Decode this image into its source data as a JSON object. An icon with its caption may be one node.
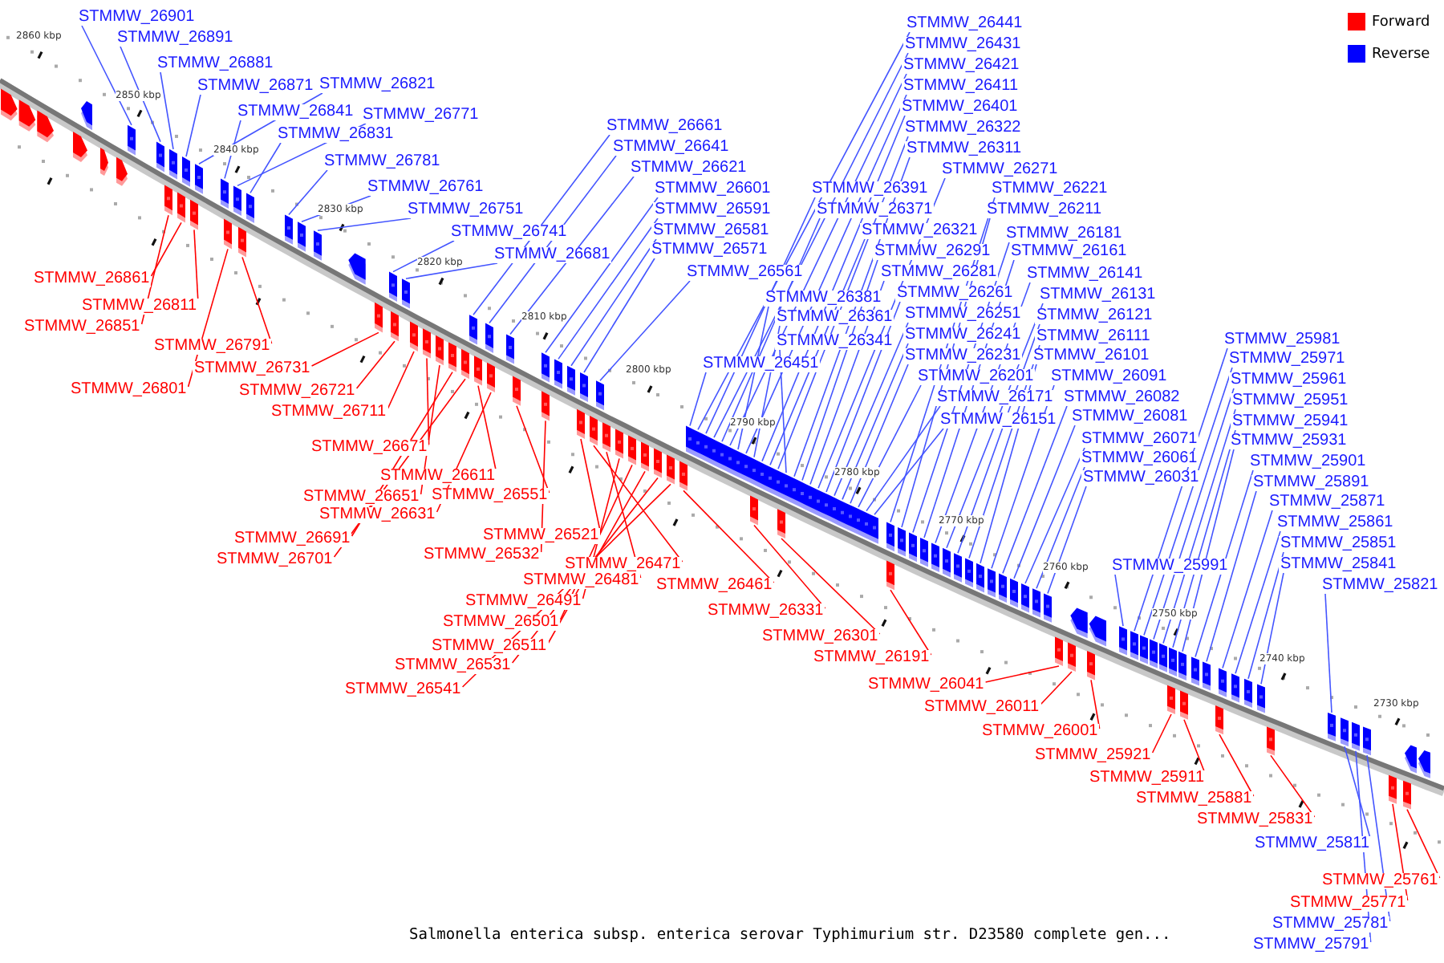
{
  "diagram": {
    "caption": "Salmonella enterica subsp. enterica serovar Typhimurium str. D23580 complete gen...",
    "nodes": [
      {
        "text": [
          "STMMW_26901"
        ]
      },
      {
        "text": [
          "STMMW_26891"
        ]
      },
      {
        "text": [
          "STMMW_26881"
        ]
      },
      {
        "text": [
          "STMMW_26871"
        ]
      },
      {
        "text": [
          "STMMW_26821"
        ]
      },
      {
        "text": [
          "STMMW_26841"
        ]
      },
      {
        "text": [
          "STMMW_26771"
        ]
      },
      {
        "text": [
          "STMMW_26831"
        ]
      },
      {
        "text": [
          "STMMW_26781"
        ]
      },
      {
        "text": [
          "STMMW_26761"
        ]
      },
      {
        "text": [
          "STMMW_26751"
        ]
      },
      {
        "text": [
          "STMMW_26741"
        ]
      },
      {
        "text": [
          "STMMW_26681"
        ]
      },
      {
        "text": [
          "STMMW_26661"
        ]
      },
      {
        "text": [
          "STMMW_26641"
        ]
      },
      {
        "text": [
          "STMMW_26621"
        ]
      },
      {
        "text": [
          "STMMW_26601"
        ]
      },
      {
        "text": [
          "STMMW_26591"
        ]
      },
      {
        "text": [
          "STMMW_26581"
        ]
      },
      {
        "text": [
          "STMMW_26571"
        ]
      },
      {
        "text": [
          "STMMW_26561"
        ]
      },
      {
        "text": [
          "STMMW_26441"
        ]
      },
      {
        "text": [
          "STMMW_26431"
        ]
      },
      {
        "text": [
          "STMMW_26421"
        ]
      },
      {
        "text": [
          "STMMW_26411"
        ]
      },
      {
        "text": [
          "STMMW_26401"
        ]
      },
      {
        "text": [
          "STMMW_26322"
        ]
      },
      {
        "text": [
          "STMMW_26311"
        ]
      },
      {
        "text": [
          "STMMW_26271"
        ]
      },
      {
        "text": [
          "STMMW_26221"
        ]
      },
      {
        "text": [
          "STMMW_26391"
        ]
      },
      {
        "text": [
          "STMMW_26371"
        ]
      },
      {
        "text": [
          "STMMW_26211"
        ]
      },
      {
        "text": [
          "STMMW_26321"
        ]
      },
      {
        "text": [
          "STMMW_26181"
        ]
      },
      {
        "text": [
          "STMMW_26291"
        ]
      },
      {
        "text": [
          "STMMW_26161"
        ]
      },
      {
        "text": [
          "STMMW_26281"
        ]
      },
      {
        "text": [
          "STMMW_26141"
        ]
      },
      {
        "text": [
          "STMMW_26381"
        ]
      },
      {
        "text": [
          "STMMW_26261"
        ]
      },
      {
        "text": [
          "STMMW_26131"
        ]
      },
      {
        "text": [
          "STMMW_26361"
        ]
      },
      {
        "text": [
          "STMMW_26251"
        ]
      },
      {
        "text": [
          "STMMW_26121"
        ]
      },
      {
        "text": [
          "STMMW_26341"
        ]
      },
      {
        "text": [
          "STMMW_26241"
        ]
      },
      {
        "text": [
          "STMMW_26111"
        ]
      },
      {
        "text": [
          "STMMW_26231"
        ]
      },
      {
        "text": [
          "STMMW_26101"
        ]
      },
      {
        "text": [
          "STMMW_26451"
        ]
      },
      {
        "text": [
          "STMMW_26201"
        ]
      },
      {
        "text": [
          "STMMW_26091"
        ]
      },
      {
        "text": [
          "STMMW_26171"
        ]
      },
      {
        "text": [
          "STMMW_26082"
        ]
      },
      {
        "text": [
          "STMMW_26151"
        ]
      },
      {
        "text": [
          "STMMW_26081"
        ]
      },
      {
        "text": [
          "STMMW_26071"
        ]
      },
      {
        "text": [
          "STMMW_26061"
        ]
      },
      {
        "text": [
          "STMMW_26031"
        ]
      },
      {
        "text": [
          "STMMW_25981"
        ]
      },
      {
        "text": [
          "STMMW_25971"
        ]
      },
      {
        "text": [
          "STMMW_25961"
        ]
      },
      {
        "text": [
          "STMMW_25951"
        ]
      },
      {
        "text": [
          "STMMW_25941"
        ]
      },
      {
        "text": [
          "STMMW_25931"
        ]
      },
      {
        "text": [
          "STMMW_25901"
        ]
      },
      {
        "text": [
          "STMMW_25891"
        ]
      },
      {
        "text": [
          "STMMW_25871"
        ]
      },
      {
        "text": [
          "STMMW_25861"
        ]
      },
      {
        "text": [
          "STMMW_25851"
        ]
      },
      {
        "text": [
          "STMMW_25841"
        ]
      },
      {
        "text": [
          "STMMW_25991"
        ]
      },
      {
        "text": [
          "STMMW_25821"
        ]
      },
      {
        "text": [
          "STMMW_26861"
        ]
      },
      {
        "text": [
          "STMMW_26811"
        ]
      },
      {
        "text": [
          "STMMW_26851"
        ]
      },
      {
        "text": [
          "STMMW_26791"
        ]
      },
      {
        "text": [
          "STMMW_26731"
        ]
      },
      {
        "text": [
          "STMMW_26801"
        ]
      },
      {
        "text": [
          "STMMW_26721"
        ]
      },
      {
        "text": [
          "STMMW_26711"
        ]
      },
      {
        "text": [
          "STMMW_26671"
        ]
      },
      {
        "text": [
          "STMMW_26611"
        ]
      },
      {
        "text": [
          "STMMW_26651"
        ]
      },
      {
        "text": [
          "STMMW_26551"
        ]
      },
      {
        "text": [
          "STMMW_26631"
        ]
      },
      {
        "text": [
          "STMMW_26691"
        ]
      },
      {
        "text": [
          "STMMW_26521"
        ]
      },
      {
        "text": [
          "STMMW_26701"
        ]
      },
      {
        "text": [
          "STMMW_26532"
        ]
      },
      {
        "text": [
          "STMMW_26471"
        ]
      },
      {
        "text": [
          "STMMW_26481"
        ]
      },
      {
        "text": [
          "STMMW_26461"
        ]
      },
      {
        "text": [
          "STMMW_26491"
        ]
      },
      {
        "text": [
          "STMMW_26331"
        ]
      },
      {
        "text": [
          "STMMW_26501"
        ]
      },
      {
        "text": [
          "STMMW_26301"
        ]
      },
      {
        "text": [
          "STMMW_26511"
        ]
      },
      {
        "text": [
          "STMMW_26191"
        ]
      },
      {
        "text": [
          "STMMW_26531"
        ]
      },
      {
        "text": [
          "STMMW_26041"
        ]
      },
      {
        "text": [
          "STMMW_26541"
        ]
      },
      {
        "text": [
          "STMMW_26011"
        ]
      },
      {
        "text": [
          "STMMW_26001"
        ]
      },
      {
        "text": [
          "STMMW_25921"
        ]
      },
      {
        "text": [
          "STMMW_25911"
        ]
      },
      {
        "text": [
          "STMMW_25881"
        ]
      },
      {
        "text": [
          "STMMW_25831"
        ]
      },
      {
        "text": [
          "STMMW_25811"
        ]
      },
      {
        "text": [
          "STMMW_25761"
        ]
      },
      {
        "text": [
          "STMMW_25771"
        ]
      },
      {
        "text": [
          "STMMW_25781"
        ]
      },
      {
        "text": [
          "STMMW_25791"
        ]
      },
      {
        "text": [],
        "shape": "arrow"
      },
      {
        "text": [],
        "shape": "arrow"
      },
      {
        "text": [],
        "shape": "arrow"
      },
      {
        "text": [],
        "shape": "arrow"
      },
      {
        "text": [],
        "shape": "arrow"
      },
      {
        "text": [],
        "shape": "arrow"
      },
      {
        "text": [],
        "shape": "arrow"
      },
      {
        "text": [],
        "shape": "arrow"
      },
      {
        "text": [],
        "shape": "arrow"
      },
      {
        "text": [],
        "shape": "arrow"
      },
      {
        "text": [],
        "shape": "arrow"
      },
      {
        "text": [],
        "shape": "arrow"
      },
      {
        "text": [],
        "shape": "arrow"
      },
      {
        "text": [],
        "shape": "arrow"
      },
      {
        "text": [],
        "shape": "arrow"
      },
      {
        "text": [],
        "shape": "arrow"
      },
      {
        "text": [],
        "shape": "arrow"
      },
      {
        "text": [],
        "shape": "arrow"
      },
      {
        "text": [],
        "shape": "arrow"
      },
      {
        "text": [],
        "shape": "arrow"
      },
      {
        "text": [],
        "shape": "arrow"
      },
      {
        "text": [],
        "shape": "arrow"
      },
      {
        "text": [],
        "shape": "arrow"
      },
      {
        "text": [],
        "shape": "arrow"
      },
      {
        "text": [],
        "shape": "arrow"
      },
      {
        "text": [],
        "shape": "arrow"
      },
      {
        "text": [],
        "shape": "arrow"
      },
      {
        "text": [],
        "shape": "arrow"
      },
      {
        "text": [],
        "shape": "arrow"
      },
      {
        "text": [],
        "shape": "arrow"
      },
      {
        "text": [],
        "shape": "arrow"
      },
      {
        "text": [],
        "shape": "arrow"
      },
      {
        "text": [],
        "shape": "arrow"
      },
      {
        "text": [],
        "shape": "arrow"
      },
      {
        "text": [],
        "shape": "arrow"
      },
      {
        "text": [],
        "shape": "arrow"
      },
      {
        "text": [],
        "shape": "arrow"
      },
      {
        "text": [],
        "shape": "arrow"
      },
      {
        "text": [],
        "shape": "arrow"
      },
      {
        "text": [],
        "shape": "arrow"
      },
      {
        "text": [],
        "shape": "arrow"
      },
      {
        "text": [],
        "shape": "arrow"
      },
      {
        "text": [],
        "shape": "arrow"
      },
      {
        "text": [],
        "shape": "arrow"
      },
      {
        "text": [],
        "shape": "arrow"
      },
      {
        "text": [],
        "shape": "arrow"
      },
      {
        "text": [],
        "shape": "arrow"
      },
      {
        "text": [],
        "shape": "arrow"
      },
      {
        "text": [],
        "shape": "arrow"
      },
      {
        "text": [],
        "shape": "arrow"
      },
      {
        "text": [],
        "shape": "arrow"
      },
      {
        "text": [],
        "shape": "arrow"
      },
      {
        "text": [],
        "shape": "arrow"
      },
      {
        "text": [],
        "shape": "arrow"
      },
      {
        "text": [],
        "shape": "arrow"
      },
      {
        "text": [],
        "shape": "arrow"
      },
      {
        "text": [],
        "shape": "arrow"
      },
      {
        "text": [],
        "shape": "arrow"
      },
      {
        "text": [],
        "shape": "arrow"
      },
      {
        "text": [],
        "shape": "arrow"
      },
      {
        "text": [],
        "shape": "arrow"
      },
      {
        "text": [],
        "shape": "arrow"
      },
      {
        "text": [],
        "shape": "arrow"
      },
      {
        "text": [],
        "shape": "arrow"
      },
      {
        "text": [],
        "shape": "arrow"
      },
      {
        "text": [],
        "shape": "arrow"
      },
      {
        "text": [],
        "shape": "arrow"
      },
      {
        "text": [],
        "shape": "arrow"
      },
      {
        "text": [],
        "shape": "arrow"
      },
      {
        "text": [],
        "shape": "arrow"
      },
      {
        "text": [],
        "shape": "arrow"
      },
      {
        "text": [],
        "shape": "arrow"
      },
      {
        "text": [],
        "shape": "arrow"
      },
      {
        "text": [],
        "shape": "arrow"
      },
      {
        "text": [],
        "shape": "arrow"
      },
      {
        "text": [],
        "shape": "arrow"
      },
      {
        "text": [],
        "shape": "arrow"
      },
      {
        "text": [],
        "shape": "arrow"
      },
      {
        "text": [],
        "shape": "arrow"
      },
      {
        "text": [],
        "shape": "arrow"
      },
      {
        "text": [],
        "shape": "arrow"
      },
      {
        "text": [],
        "shape": "arrow"
      },
      {
        "text": [],
        "shape": "arrow"
      },
      {
        "text": [],
        "shape": "arrow"
      },
      {
        "text": [],
        "shape": "arrow"
      },
      {
        "text": [],
        "shape": "arrow"
      },
      {
        "text": [],
        "shape": "arrow"
      },
      {
        "text": [],
        "shape": "arrow"
      },
      {
        "text": [],
        "shape": "arrow"
      },
      {
        "text": [],
        "shape": "arrow"
      },
      {
        "text": [],
        "shape": "arrow"
      },
      {
        "text": [],
        "shape": "arrow"
      },
      {
        "text": [],
        "shape": "arrow"
      },
      {
        "text": [],
        "shape": "arrow"
      },
      {
        "text": [],
        "shape": "arrow"
      },
      {
        "text": [],
        "shape": "arrow"
      },
      {
        "text": [],
        "shape": "arrow"
      },
      {
        "text": [],
        "shape": "arrow"
      },
      {
        "text": [],
        "shape": "arrow"
      },
      {
        "text": [],
        "shape": "arrow"
      },
      {
        "text": [],
        "shape": "arrow"
      },
      {
        "text": [],
        "shape": "arrow"
      },
      {
        "text": [],
        "shape": "arrow"
      },
      {
        "text": [],
        "shape": "arrow"
      },
      {
        "text": [],
        "shape": "arrow"
      },
      {
        "text": [],
        "shape": "arrow"
      },
      {
        "text": [],
        "shape": "arrow"
      },
      {
        "text": [],
        "shape": "arrow"
      },
      {
        "text": [],
        "shape": "arrow"
      },
      {
        "text": [],
        "shape": "arrow"
      },
      {
        "text": [],
        "shape": "arrow"
      },
      {
        "text": [],
        "shape": "arrow"
      },
      {
        "text": [],
        "shape": "arrow"
      },
      {
        "text": [],
        "shape": "arrow"
      }
    ],
    "edges": [
      {
        "from": 0,
        "to": 114,
        "arrow": "none"
      },
      {
        "from": 1,
        "to": 115,
        "arrow": "none"
      },
      {
        "from": 2,
        "to": 116,
        "arrow": "none"
      },
      {
        "from": 3,
        "to": 117,
        "arrow": "none"
      },
      {
        "from": 4,
        "to": 118,
        "arrow": "none"
      },
      {
        "from": 5,
        "to": 119,
        "arrow": "none"
      },
      {
        "from": 6,
        "to": 120,
        "arrow": "none"
      },
      {
        "from": 7,
        "to": 121,
        "arrow": "none"
      },
      {
        "from": 8,
        "to": 122,
        "arrow": "none"
      },
      {
        "from": 9,
        "to": 123,
        "arrow": "none"
      },
      {
        "from": 10,
        "to": 124,
        "arrow": "none"
      },
      {
        "from": 11,
        "to": 125,
        "arrow": "none"
      },
      {
        "from": 12,
        "to": 126,
        "arrow": "none"
      },
      {
        "from": 13,
        "to": 127,
        "arrow": "none"
      },
      {
        "from": 14,
        "to": 128,
        "arrow": "none"
      },
      {
        "from": 15,
        "to": 129,
        "arrow": "none"
      },
      {
        "from": 16,
        "to": 130,
        "arrow": "none"
      },
      {
        "from": 17,
        "to": 131,
        "arrow": "none"
      },
      {
        "from": 18,
        "to": 132,
        "arrow": "none"
      },
      {
        "from": 19,
        "to": 133,
        "arrow": "none"
      },
      {
        "from": 20,
        "to": 134,
        "arrow": "none"
      },
      {
        "from": 21,
        "to": 135,
        "arrow": "none"
      },
      {
        "from": 22,
        "to": 136,
        "arrow": "none"
      },
      {
        "from": 23,
        "to": 137,
        "arrow": "none"
      },
      {
        "from": 24,
        "to": 138,
        "arrow": "none"
      },
      {
        "from": 25,
        "to": 139,
        "arrow": "none"
      },
      {
        "from": 26,
        "to": 140,
        "arrow": "none"
      },
      {
        "from": 27,
        "to": 141,
        "arrow": "none"
      },
      {
        "from": 28,
        "to": 142,
        "arrow": "none"
      },
      {
        "from": 29,
        "to": 143,
        "arrow": "none"
      },
      {
        "from": 30,
        "to": 144,
        "arrow": "none"
      },
      {
        "from": 31,
        "to": 145,
        "arrow": "none"
      },
      {
        "from": 32,
        "to": 146,
        "arrow": "none"
      },
      {
        "from": 33,
        "to": 147,
        "arrow": "none"
      },
      {
        "from": 34,
        "to": 148,
        "arrow": "none"
      },
      {
        "from": 35,
        "to": 149,
        "arrow": "none"
      },
      {
        "from": 36,
        "to": 150,
        "arrow": "none"
      },
      {
        "from": 37,
        "to": 151,
        "arrow": "none"
      },
      {
        "from": 38,
        "to": 152,
        "arrow": "none"
      },
      {
        "from": 39,
        "to": 153,
        "arrow": "none"
      },
      {
        "from": 40,
        "to": 154,
        "arrow": "none"
      },
      {
        "from": 41,
        "to": 155,
        "arrow": "none"
      },
      {
        "from": 42,
        "to": 156,
        "arrow": "none"
      },
      {
        "from": 43,
        "to": 157,
        "arrow": "none"
      },
      {
        "from": 44,
        "to": 158,
        "arrow": "none"
      },
      {
        "from": 45,
        "to": 159,
        "arrow": "none"
      },
      {
        "from": 46,
        "to": 160,
        "arrow": "none"
      },
      {
        "from": 47,
        "to": 161,
        "arrow": "none"
      },
      {
        "from": 48,
        "to": 162,
        "arrow": "none"
      },
      {
        "from": 49,
        "to": 163,
        "arrow": "none"
      },
      {
        "from": 50,
        "to": 164,
        "arrow": "none"
      },
      {
        "from": 51,
        "to": 165,
        "arrow": "none"
      },
      {
        "from": 52,
        "to": 166,
        "arrow": "none"
      },
      {
        "from": 53,
        "to": 167,
        "arrow": "none"
      },
      {
        "from": 54,
        "to": 168,
        "arrow": "none"
      },
      {
        "from": 55,
        "to": 169,
        "arrow": "none"
      },
      {
        "from": 56,
        "to": 170,
        "arrow": "none"
      },
      {
        "from": 57,
        "to": 171,
        "arrow": "none"
      },
      {
        "from": 58,
        "to": 172,
        "arrow": "none"
      },
      {
        "from": 59,
        "to": 173,
        "arrow": "none"
      },
      {
        "from": 60,
        "to": 174,
        "arrow": "none"
      },
      {
        "from": 61,
        "to": 175,
        "arrow": "none"
      },
      {
        "from": 62,
        "to": 176,
        "arrow": "none"
      },
      {
        "from": 63,
        "to": 177,
        "arrow": "none"
      },
      {
        "from": 64,
        "to": 178,
        "arrow": "none"
      },
      {
        "from": 65,
        "to": 179,
        "arrow": "none"
      },
      {
        "from": 66,
        "to": 180,
        "arrow": "none"
      },
      {
        "from": 67,
        "to": 181,
        "arrow": "none"
      },
      {
        "from": 68,
        "to": 182,
        "arrow": "none"
      },
      {
        "from": 69,
        "to": 183,
        "arrow": "none"
      },
      {
        "from": 70,
        "to": 184,
        "arrow": "none"
      },
      {
        "from": 71,
        "to": 185,
        "arrow": "none"
      },
      {
        "from": 72,
        "to": 186,
        "arrow": "none"
      },
      {
        "from": 73,
        "to": 187,
        "arrow": "none"
      },
      {
        "from": 74,
        "to": 188,
        "arrow": "none",
        "color": "#ff0000"
      },
      {
        "from": 75,
        "to": 189,
        "arrow": "none",
        "color": "#ff0000"
      },
      {
        "from": 76,
        "to": 190,
        "arrow": "none",
        "color": "#ff0000"
      },
      {
        "from": 77,
        "to": 191,
        "arrow": "none",
        "color": "#ff0000"
      },
      {
        "from": 78,
        "to": 192,
        "arrow": "none",
        "color": "#ff0000"
      },
      {
        "from": 79,
        "to": 193,
        "arrow": "none",
        "color": "#ff0000"
      },
      {
        "from": 80,
        "to": 194,
        "arrow": "none",
        "color": "#ff0000"
      },
      {
        "from": 81,
        "to": 195,
        "arrow": "none",
        "color": "#ff0000"
      },
      {
        "from": 82,
        "to": 196,
        "arrow": "none",
        "color": "#ff0000"
      },
      {
        "from": 83,
        "to": 197,
        "arrow": "none",
        "color": "#ff0000"
      },
      {
        "from": 84,
        "to": 198,
        "arrow": "none",
        "color": "#ff0000"
      },
      {
        "from": 85,
        "to": 199,
        "arrow": "none",
        "color": "#ff0000"
      },
      {
        "from": 86,
        "to": 200,
        "arrow": "none",
        "color": "#ff0000"
      },
      {
        "from": 87,
        "to": 201,
        "arrow": "none",
        "color": "#ff0000"
      },
      {
        "from": 88,
        "to": 202,
        "arrow": "none",
        "color": "#ff0000"
      },
      {
        "from": 89,
        "to": 203,
        "arrow": "none",
        "color": "#ff0000"
      },
      {
        "from": 90,
        "to": 204,
        "arrow": "none",
        "color": "#ff0000"
      },
      {
        "from": 91,
        "to": 205,
        "arrow": "none",
        "color": "#ff0000"
      },
      {
        "from": 92,
        "to": 206,
        "arrow": "none",
        "color": "#ff0000"
      },
      {
        "from": 93,
        "to": 207,
        "arrow": "none",
        "color": "#ff0000"
      },
      {
        "from": 94,
        "to": 208,
        "arrow": "none",
        "color": "#ff0000"
      },
      {
        "from": 95,
        "to": 209,
        "arrow": "none",
        "color": "#ff0000"
      },
      {
        "from": 96,
        "to": 210,
        "arrow": "none",
        "color": "#ff0000"
      },
      {
        "from": 97,
        "to": 211,
        "arrow": "none",
        "color": "#ff0000"
      },
      {
        "from": 98,
        "to": 212,
        "arrow": "none",
        "color": "#ff0000"
      },
      {
        "from": 99,
        "to": 213,
        "arrow": "none",
        "color": "#ff0000"
      },
      {
        "from": 100,
        "to": 214,
        "arrow": "none",
        "color": "#ff0000"
      },
      {
        "from": 101,
        "to": 215,
        "arrow": "none",
        "color": "#ff0000"
      },
      {
        "from": 102,
        "to": 216,
        "arrow": "none",
        "color": "#ff0000"
      },
      {
        "from": 103,
        "to": 217,
        "arrow": "none",
        "color": "#ff0000"
      },
      {
        "from": 104,
        "to": 218,
        "arrow": "none",
        "color": "#ff0000"
      },
      {
        "from": 105,
        "to": 219,
        "arrow": "none",
        "color": "#ff0000"
      },
      {
        "from": 106,
        "to": 220,
        "arrow": "none",
        "color": "#ff0000"
      },
      {
        "from": 107,
        "to": 221,
        "arrow": "none",
        "color": "#ff0000"
      },
      {
        "from": 108,
        "to": 222,
        "arrow": "none",
        "color": "#ff0000"
      },
      {
        "from": 109,
        "to": 223,
        "arrow": "none"
      },
      {
        "from": 110,
        "to": 224,
        "arrow": "none",
        "color": "#ff0000"
      },
      {
        "from": 111,
        "to": 225,
        "arrow": "none",
        "color": "#ff0000"
      },
      {
        "from": 112,
        "to": 226,
        "arrow": "none"
      },
      {
        "from": 113,
        "to": 227,
        "arrow": "none"
      }
    ],
    "labels": [
      "2860 kbp",
      "2850 kbp",
      "2840 kbp",
      "2830 kbp",
      "2820 kbp",
      "2810 kbp",
      "2800 kbp",
      "2790 kbp",
      "2780 kbp",
      "2770 kbp",
      "2760 kbp",
      "2750 kbp",
      "2740 kbp",
      "2730 kbp"
    ],
    "legend": [
      {
        "text": "Forward",
        "color": "#ff0000"
      },
      {
        "text": "Reverse",
        "color": "#0000ff"
      }
    ]
  }
}
